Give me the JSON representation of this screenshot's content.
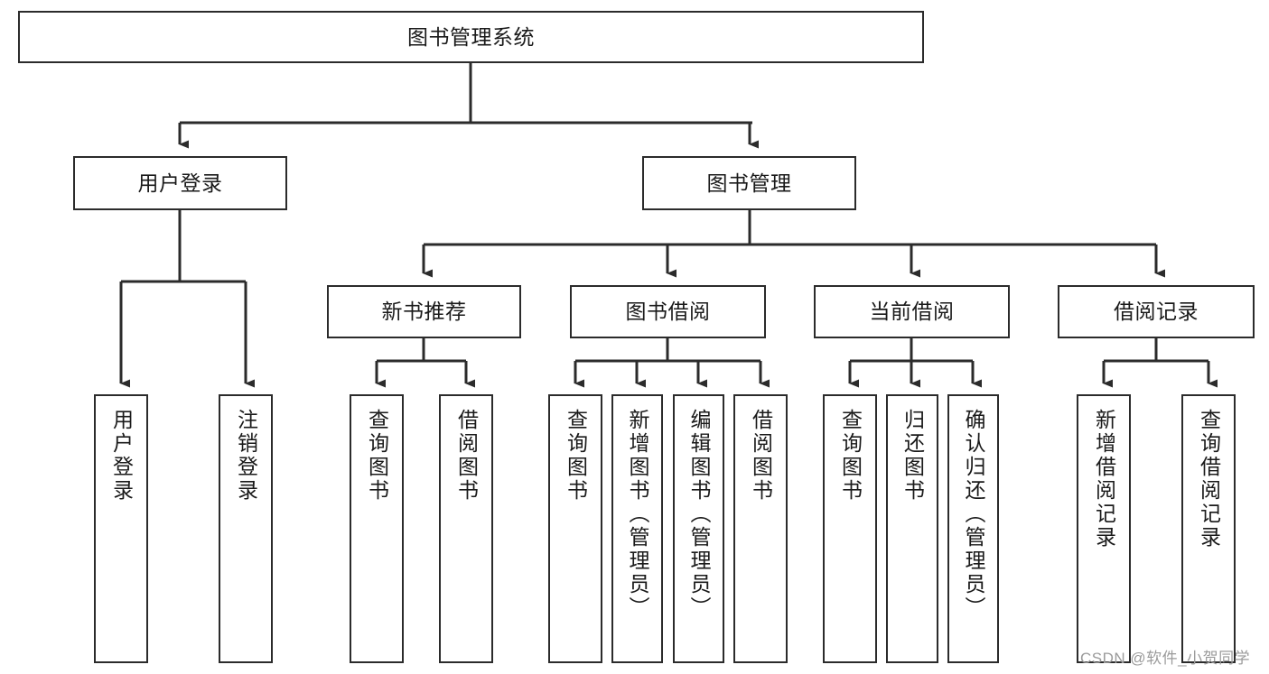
{
  "diagram": {
    "type": "hierarchy-tree",
    "title": "图书管理系统",
    "orientation": "top-down",
    "colors": {
      "box_border": "#2b2b2b",
      "box_fill": "#ffffff",
      "edge": "#2b2b2b",
      "text": "#1a1a1a",
      "watermark": "#9b9b9b"
    },
    "nodes": {
      "root": {
        "label": "图书管理系统"
      },
      "level2": [
        {
          "id": "user-login",
          "label": "用户登录"
        },
        {
          "id": "book-management",
          "label": "图书管理"
        }
      ],
      "level3": [
        {
          "id": "new-book-recommend",
          "label": "新书推荐"
        },
        {
          "id": "book-borrow",
          "label": "图书借阅"
        },
        {
          "id": "current-borrow",
          "label": "当前借阅"
        },
        {
          "id": "borrow-record",
          "label": "借阅记录"
        }
      ],
      "leaves": {
        "user_login": [
          {
            "id": "leaf-user-login",
            "label": "用户登录"
          },
          {
            "id": "leaf-logout-login",
            "label": "注销登录"
          }
        ],
        "new_book_recommend": [
          {
            "id": "leaf-query-book-1",
            "label": "查询图书"
          },
          {
            "id": "leaf-borrow-book-1",
            "label": "借阅图书"
          }
        ],
        "book_borrow": [
          {
            "id": "leaf-query-book-2",
            "label": "查询图书"
          },
          {
            "id": "leaf-add-book-admin",
            "label": "新增图书（管理员）"
          },
          {
            "id": "leaf-edit-book-admin",
            "label": "编辑图书（管理员）"
          },
          {
            "id": "leaf-borrow-book-2",
            "label": "借阅图书"
          }
        ],
        "current_borrow": [
          {
            "id": "leaf-query-book-3",
            "label": "查询图书"
          },
          {
            "id": "leaf-return-book",
            "label": "归还图书"
          },
          {
            "id": "leaf-confirm-return-admin",
            "label": "确认归还（管理员）"
          }
        ],
        "borrow_record": [
          {
            "id": "leaf-add-borrow-record",
            "label": "新增借阅记录"
          },
          {
            "id": "leaf-query-borrow-record",
            "label": "查询借阅记录"
          }
        ]
      }
    },
    "watermark": "CSDN @软件_小贺同学"
  }
}
